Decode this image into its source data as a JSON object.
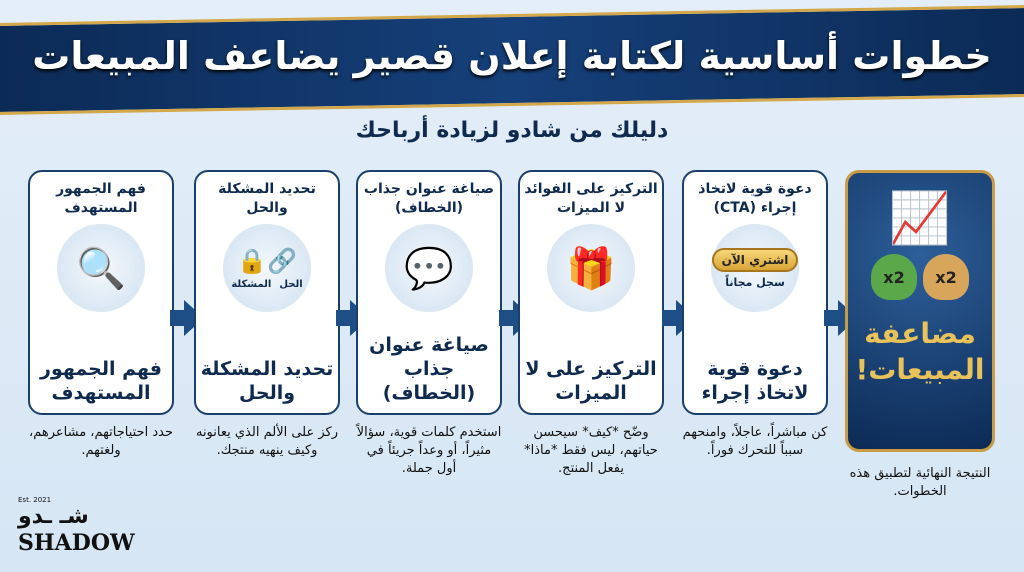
{
  "header": {
    "title": "خطوات أساسية لكتابة إعلان قصير يضاعف المبيعات",
    "subtitle": "دليلك من شادو لزيادة أرباحك"
  },
  "steps": [
    {
      "top": "فهم الجمهور المستهدف",
      "big": "فهم الجمهور المستهدف",
      "desc": "حدد احتياجاتهم، مشاعرهم، ولغتهم.",
      "icon": "audience-magnifier-icon"
    },
    {
      "top": "تحديد المشكلة والحل",
      "big": "تحديد المشكلة والحل",
      "desc": "ركز على الألم الذي يعانونه وكيف ينهيه منتجك.",
      "icon": "broken-chain-lock-icon",
      "label_problem": "المشكلة",
      "label_solution": "الحل"
    },
    {
      "top": "صياغة عنوان جذاب (الخطاف)",
      "big": "صياغة عنوان جذاب (الخطاف)",
      "desc": "استخدم كلمات قوية، سؤالاً مثيراً، أو وعداً جريئاً في أول جملة.",
      "icon": "hook-message-icon"
    },
    {
      "top": "التركيز على الفوائد لا الميزات",
      "big": "التركيز على لا الميزات",
      "desc": "وضّح *كيف* سيحسن حياتهم، ليس فقط *ماذا* يفعل المنتج.",
      "icon": "gift-box-icon"
    },
    {
      "top": "دعوة قوية لاتخاذ إجراء (CTA)",
      "big": "دعوة قوية لاتخاذ إجراء",
      "desc": "كن مباشراً، عاجلاً، وامنحهم سبباً للتحرك فوراً.",
      "icon": "cta-button-icon",
      "cta_button": "اشتري الآن",
      "cta_sub": "سجل مجاناً"
    }
  ],
  "final": {
    "big": "مضاعفة المبيعات!",
    "bag1": "x2",
    "bag2": "x2",
    "desc": "النتيجة النهائية لتطبيق هذه الخطوات."
  },
  "logo": {
    "est": "Est. 2021",
    "arabic": "شـ ـدو",
    "english": "SHADOW"
  },
  "colors": {
    "navy": "#0b2a55",
    "gold": "#d4a84a",
    "background": "#dce9f6"
  }
}
